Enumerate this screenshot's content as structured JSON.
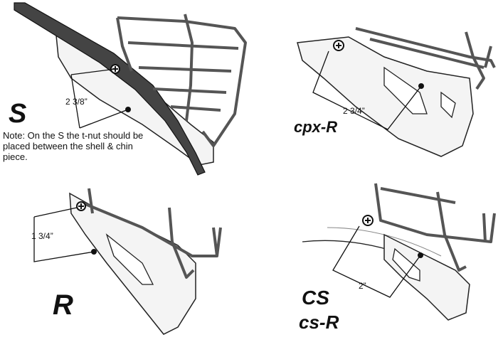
{
  "panels": {
    "s": {
      "logo": "S",
      "dimension": "2 3/8”",
      "note": "Note: On the S the t-nut should be placed between the shell & chin piece."
    },
    "cpxr": {
      "logo": "cpx-R",
      "dimension": "2 3/4”"
    },
    "r": {
      "logo": "R",
      "dimension": "1 3/4”"
    },
    "cs": {
      "logo_cs": "CS",
      "logo_csr": "cs-R",
      "dimension": "2”"
    }
  },
  "colors": {
    "outline": "#222222",
    "cage": "#555555",
    "strap": "#444444",
    "chin_fill": "#f2f2f2"
  }
}
